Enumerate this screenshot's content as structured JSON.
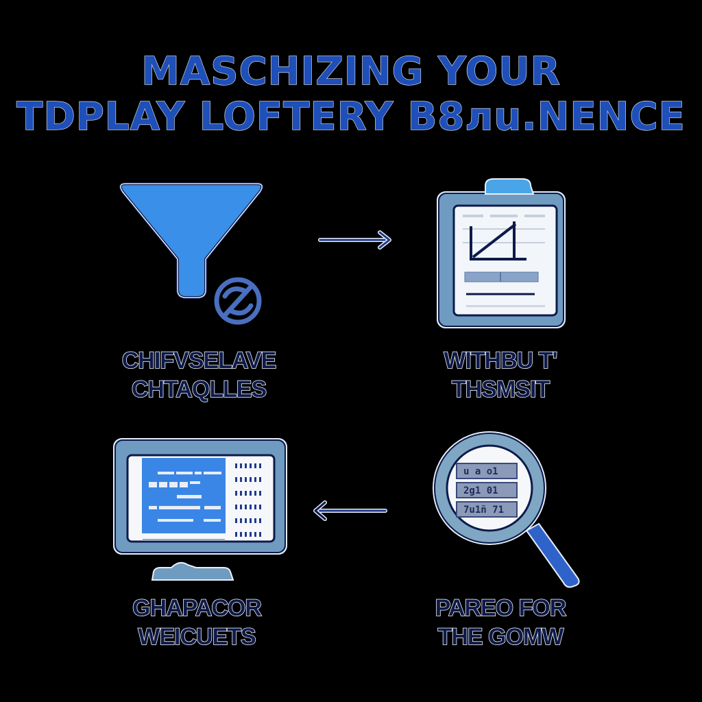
{
  "title": {
    "line1": "MASCHIZING YOUR",
    "line2": "TDPLAY LOFTERY B8лu.NENCE"
  },
  "steps": [
    {
      "id": "filter",
      "icon": "funnel-icon",
      "badge_icon": "sync-badge-icon",
      "label_line1": "CHIFVSELAVE",
      "label_line2": "CHTAQLLES"
    },
    {
      "id": "report",
      "icon": "clipboard-chart-icon",
      "label_line1": "WITHBU T'",
      "label_line2": "THSMSIT"
    },
    {
      "id": "monitor",
      "icon": "monitor-dashboard-icon",
      "label_line1": "GHAPACOR",
      "label_line2": "WEICUETS"
    },
    {
      "id": "search",
      "icon": "magnifier-table-icon",
      "label_line1": "PAREO FOR",
      "label_line2": "THE GOMW"
    }
  ],
  "connectors": [
    {
      "from": "filter",
      "to": "report",
      "direction": "right",
      "icon": "arrow-right-icon"
    },
    {
      "from": "search",
      "to": "monitor",
      "direction": "left",
      "icon": "arrow-left-icon"
    }
  ],
  "magnifier_rows": [
    "u  a  o1",
    "2g1  01",
    "7u1ñ  71"
  ],
  "colors": {
    "background": "#000000",
    "title_blue": "#1f4fb8",
    "funnel_blue": "#3a8fe8",
    "frame_steel": "#6f9bc0",
    "dark_navy": "#0d1a4a",
    "screen_blue": "#3a86e6",
    "handle_blue": "#2f63c9"
  }
}
